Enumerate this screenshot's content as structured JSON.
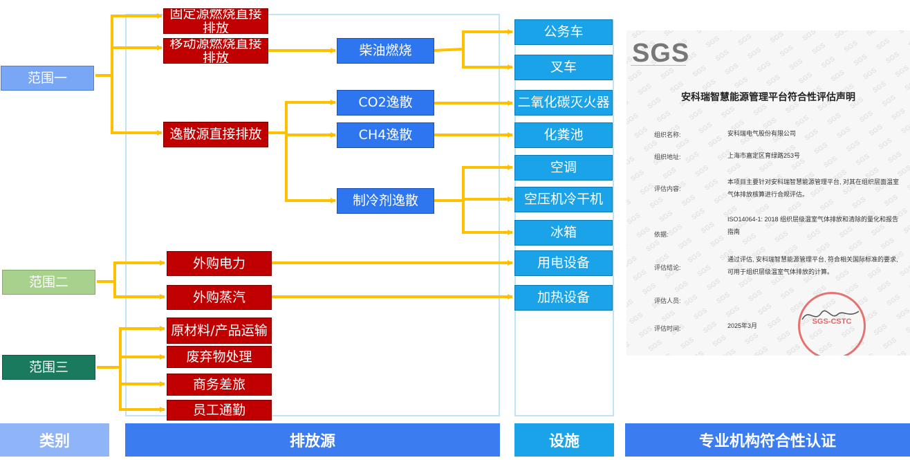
{
  "scopes": {
    "scope1": "范围一",
    "scope2": "范围二",
    "scope3": "范围三"
  },
  "sources": {
    "fixed_combustion": "固定源燃烧直接排放",
    "mobile_combustion": "移动源燃烧直接排放",
    "fugitive": "逸散源直接排放",
    "diesel": "柴油燃烧",
    "co2_fugitive": "CO2逸散",
    "ch4_fugitive": "CH4逸散",
    "refrigerant": "制冷剂逸散",
    "purchased_power": "外购电力",
    "purchased_steam": "外购蒸汽",
    "material_transport": "原材料/产品运输",
    "waste": "废弃物处理",
    "business_travel": "商务差旅",
    "commute": "员工通勤"
  },
  "facilities": {
    "official_car": "公务车",
    "forklift": "叉车",
    "co2_extinguisher": "二氧化碳灭火器",
    "septic_tank": "化粪池",
    "air_conditioner": "空调",
    "air_dryer": "空压机冷干机",
    "fridge": "冰箱",
    "power_equipment": "用电设备",
    "heating_equipment": "加热设备"
  },
  "footer": {
    "category": "类别",
    "source": "排放源",
    "facility": "设施",
    "cert": "专业机构符合性认证"
  },
  "certificate": {
    "logo": "SGS",
    "title": "安科瑞智慧能源管理平台符合性评估声明",
    "org_name_label": "组织名称:",
    "org_name": "安科瑞电气股份有限公司",
    "org_addr_label": "组织地址:",
    "org_addr": "上海市嘉定区育绿路253号",
    "content_label": "评估内容:",
    "content": "本项目主要针对安科瑞智慧能源管理平台, 对其在组织层面温室气体排放核算进行合规评估。",
    "basis_label": "依据:",
    "basis": "ISO14064-1: 2018 组织层级温室气体排放和清除的量化和报告指南",
    "conclusion_label": "评估结论:",
    "conclusion": "通过评估, 安科瑞智慧能源管理平台, 符合相关国际标准的要求, 可用于组织层级温室气体排放的计算。",
    "assessor_label": "评估人员:",
    "date_label": "评估时间:",
    "date": "2025年3月",
    "stamp": "SGS-CSTC"
  },
  "colors": {
    "arrow": "#ffc000",
    "scope1": "#7aa7f5",
    "scope2": "#a9d18e",
    "scope3": "#1a7a5e",
    "source_red": "#c00000",
    "source_blue": "#2e75f0",
    "facility": "#1aa3e8",
    "footer_category": "#8fb4f7",
    "footer_source": "#3b7df0",
    "footer_facility": "#1aa3e8",
    "footer_cert": "#3b7df0"
  }
}
